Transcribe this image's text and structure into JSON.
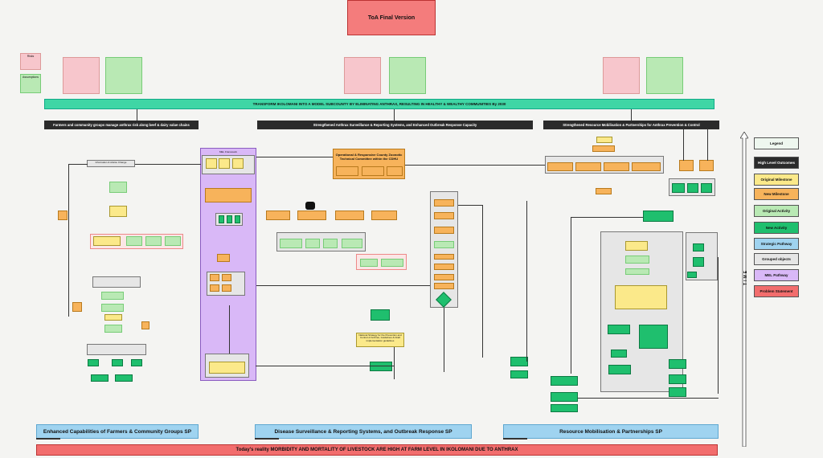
{
  "title": "ToA Final Version",
  "key_notes": {
    "risks": "Risks",
    "assumptions": "Assumptions"
  },
  "impact": "TRANSFORM IKOLOMANI INTO A MODEL SUBCOUNTY BY ELIMINATING ANTHRAX, RESULTING IN HEALTHY & WEALTHY COMMUNITIES By 2030",
  "outcomes": [
    "Farmers and community groups manage anthrax risk along beef & dairy value chains",
    "Strengthened Anthrax Surveillance & Reporting Systems, and Enhanced Outbreak Response Capacity",
    "Strengthened Resource Mobilisation & Partnerships for Anthrax Prevention & Control"
  ],
  "milestones": {
    "operational_committee": "Operational & Responsive County Zoonotic Technical Committee within the CDHU",
    "mel_framework": "MEL Framework",
    "livestock_exchange": "Information & Advice Change",
    "national_strategy": "National Strategy for the Prevention and Control of Anthrax, Guidelines & Draft implementation guidelines"
  },
  "legend": {
    "title": "Legend",
    "items": [
      {
        "label": "High Level Outcomes",
        "color": "#2b2b2b",
        "text": "#ffffff"
      },
      {
        "label": "Original Milestone",
        "color": "#fbe98a",
        "text": "#111111"
      },
      {
        "label": "New Milestone",
        "color": "#f7b35b",
        "text": "#111111"
      },
      {
        "label": "Original Activity",
        "color": "#b9e9b4",
        "text": "#111111"
      },
      {
        "label": "New Activity",
        "color": "#1fbf6e",
        "text": "#111111"
      },
      {
        "label": "Strategic Pathway",
        "color": "#9fd3f0",
        "text": "#111111"
      },
      {
        "label": "Grouped objects",
        "color": "#e6e6e6",
        "text": "#111111"
      },
      {
        "label": "MEL Pathway",
        "color": "#d9b8f7",
        "text": "#111111"
      },
      {
        "label": "Problem Statement",
        "color": "#f26d6d",
        "text": "#111111"
      }
    ]
  },
  "time_label": "TIME",
  "strategic_pathways": [
    "Enhanced Capabilities of Farmers & Community Groups SP",
    "Disease Surveillance & Reporting Systems, and Outbreak Response SP",
    "Resource Mobilisation & Partnerships SP"
  ],
  "problem_statement": "Today's reality   MORBIDITY AND MORTALITY OF LIVESTOCK ARE HIGH AT FARM LEVEL IN IKOLOMANI DUE TO ANTHRAX"
}
